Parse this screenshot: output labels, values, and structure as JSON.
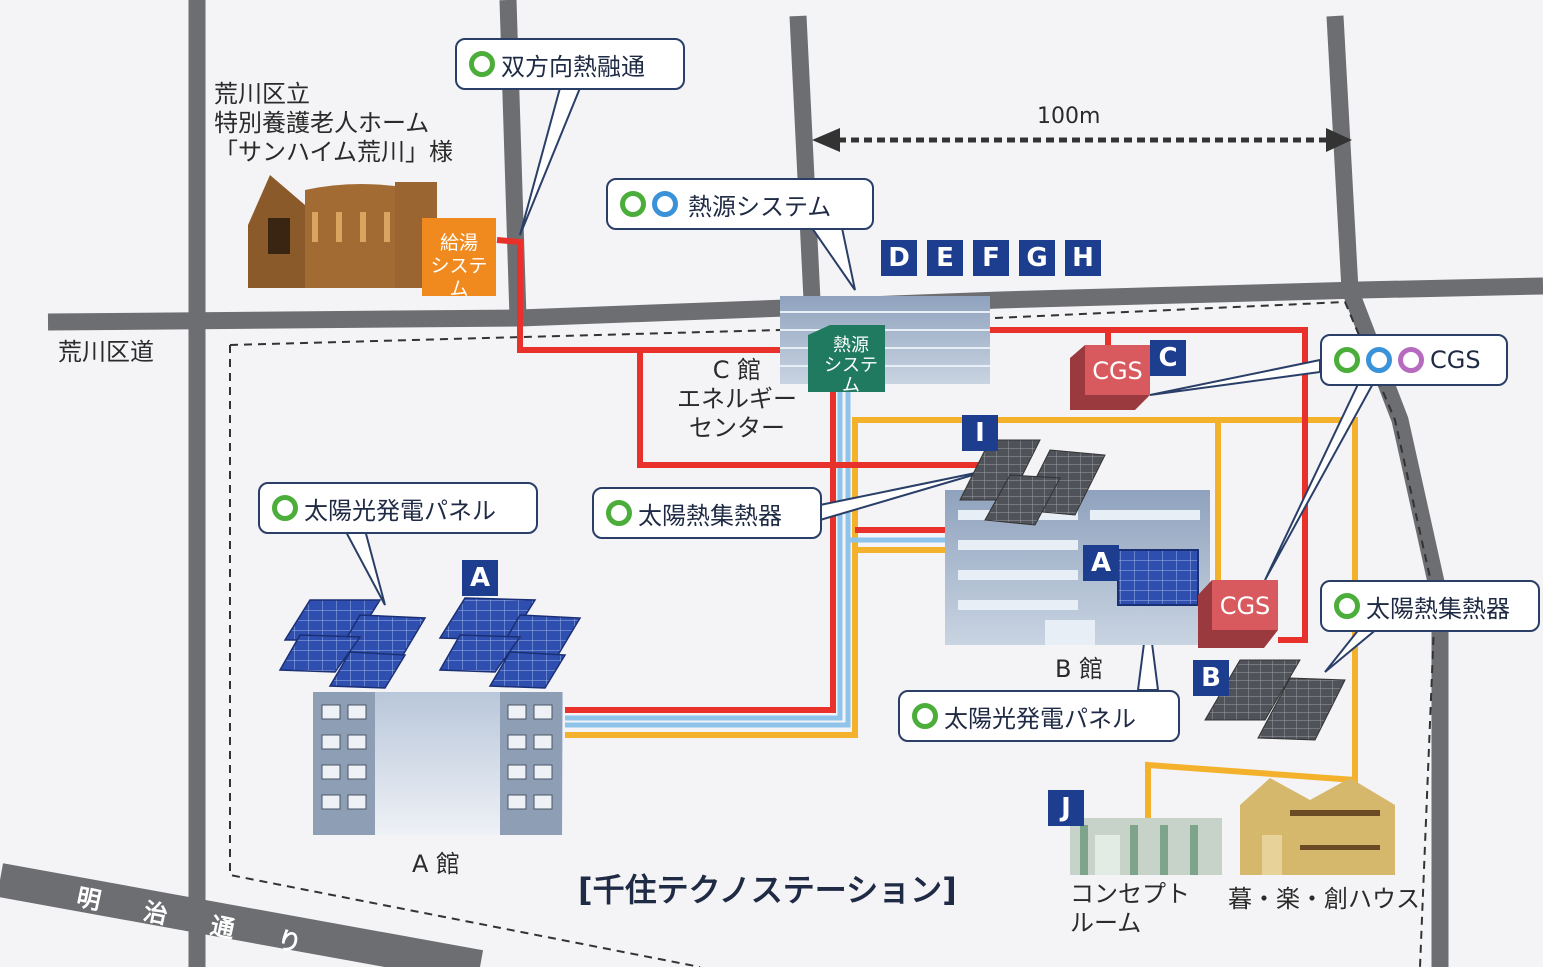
{
  "map": {
    "title": "[千住テクノステーション]",
    "scale_label": "100m",
    "road_label": "荒川区道",
    "street_label": "明 治 通 り"
  },
  "buildings": {
    "nursing_home": {
      "lines": [
        "荒川区立",
        "特別養護老人ホーム",
        "「サンハイム荒川」様"
      ],
      "system_lines": [
        "給湯",
        "システム"
      ]
    },
    "hall_c": {
      "lines": [
        "C 館",
        "エネルギー",
        "センター"
      ],
      "system_lines": [
        "熱源",
        "システム"
      ]
    },
    "hall_a": {
      "label": "A 館"
    },
    "hall_b": {
      "label": "B 館"
    },
    "concept_room": {
      "lines": [
        "コンセプト",
        "ルーム"
      ]
    },
    "kuraku_house": {
      "label": "暮・楽・創ハウス"
    }
  },
  "cgs_units": [
    {
      "id": "cgs-c",
      "label": "CGS"
    },
    {
      "id": "cgs-b",
      "label": "CGS"
    }
  ],
  "callouts": [
    {
      "id": "bidirectional",
      "text": "双方向熱融通",
      "dots": [
        "green"
      ]
    },
    {
      "id": "heat-source",
      "text": "熱源システム",
      "dots": [
        "green",
        "blue"
      ]
    },
    {
      "id": "cgs",
      "text": "CGS",
      "dots": [
        "green",
        "blue",
        "purple"
      ]
    },
    {
      "id": "solar-pv-a",
      "text": "太陽光発電パネル",
      "dots": [
        "green"
      ]
    },
    {
      "id": "solar-thermal-i",
      "text": "太陽熱集熱器",
      "dots": [
        "green"
      ]
    },
    {
      "id": "solar-pv-b",
      "text": "太陽光発電パネル",
      "dots": [
        "green"
      ]
    },
    {
      "id": "solar-thermal-b",
      "text": "太陽熱集熱器",
      "dots": [
        "green"
      ]
    }
  ],
  "badges": {
    "d": "D",
    "e": "E",
    "f": "F",
    "g": "G",
    "h": "H",
    "c": "C",
    "i": "I",
    "a1": "A",
    "a2": "A",
    "b": "B",
    "j": "J"
  },
  "colors": {
    "hot_pipe": "#e8312a",
    "cold_pipe": "#8ec3ea",
    "warm_pipe": "#f4b22c",
    "road": "#6d6e72",
    "badge": "#1d3d8f",
    "cgs_box": "#d85a5f",
    "system_box": "#1f7a5f",
    "hot_water_system": "#f08a1e"
  }
}
